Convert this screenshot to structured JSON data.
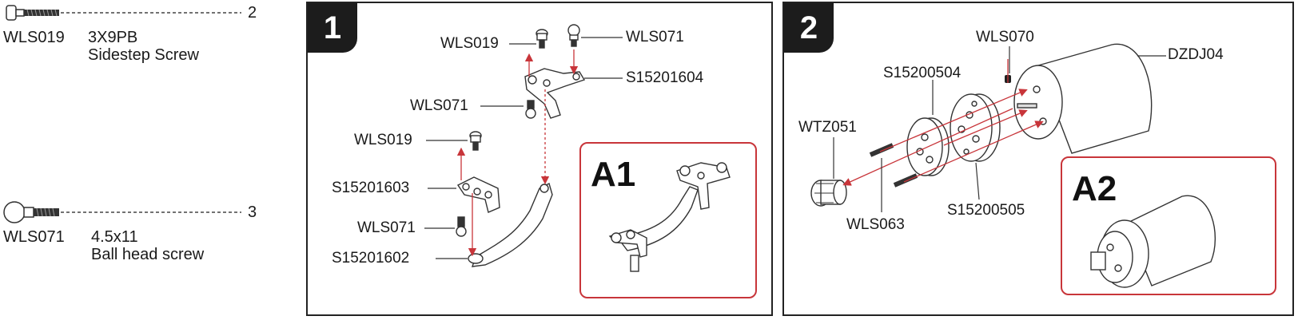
{
  "parts_list": [
    {
      "code": "WLS019",
      "size": "3X9PB",
      "name": "Sidestep Screw",
      "qty": "2"
    },
    {
      "code": "WLS071",
      "size": "4.5x11",
      "name": "Ball head screw",
      "qty": "3"
    }
  ],
  "step1": {
    "number": "1",
    "inset_label": "A1",
    "callouts": {
      "top_left_screw": "WLS019",
      "top_right_screw": "WLS071",
      "upper_bracket": "S15201604",
      "upper_ball_screw": "WLS071",
      "mid_screw": "WLS019",
      "lower_bracket": "S15201603",
      "lower_ball_screw": "WLS071",
      "arm": "S15201602"
    }
  },
  "step2": {
    "number": "2",
    "inset_label": "A2",
    "callouts": {
      "grub_screw": "WLS070",
      "motor": "DZDJ04",
      "plate_front": "S15200504",
      "pinion": "WTZ051",
      "plate_rear": "S15200505",
      "screws": "WLS063"
    }
  },
  "colors": {
    "accent_red": "#c8353a",
    "line": "#222222",
    "badge": "#1c1c1c"
  }
}
